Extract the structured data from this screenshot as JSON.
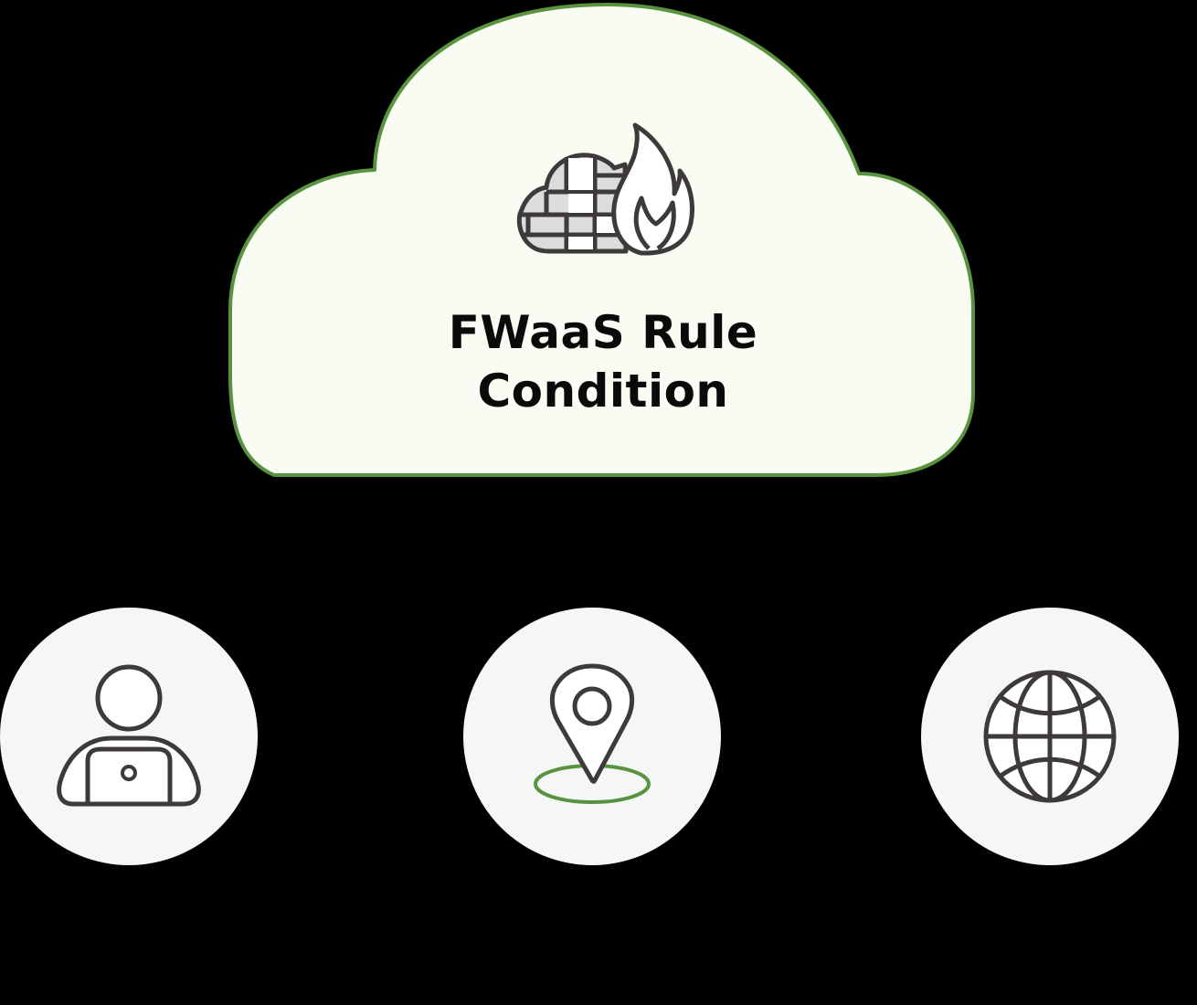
{
  "diagram": {
    "title": {
      "line1": "FWaaS Rule",
      "line2": "Condition"
    },
    "cloud": {
      "icon": "firewall-fire-icon",
      "fill": "#f8fcf3",
      "stroke": "#5a9340"
    },
    "conditions": [
      {
        "id": "user",
        "icon": "user-laptop-icon"
      },
      {
        "id": "location",
        "icon": "location-pin-icon",
        "accent": "#5a9340"
      },
      {
        "id": "internet",
        "icon": "globe-icon"
      }
    ],
    "colors": {
      "background": "#000000",
      "node_fill": "#f5f7f6",
      "icon_stroke": "#3d3a39",
      "brick_fill": "#dddddd",
      "text": "#0a0a0a"
    }
  }
}
